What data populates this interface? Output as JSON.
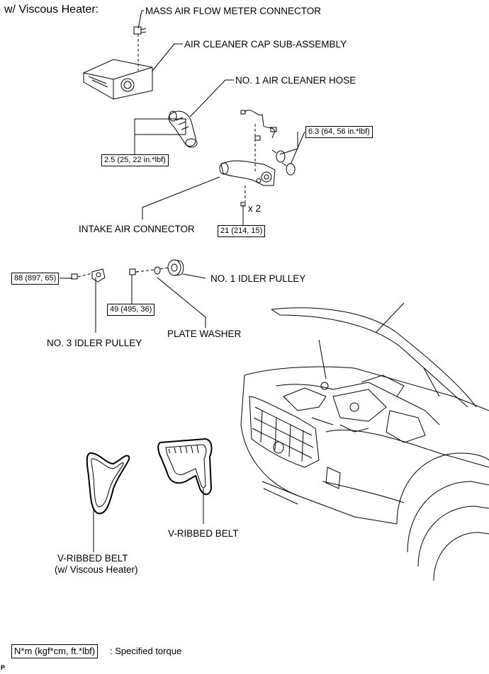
{
  "header": {
    "condition": "w/ Viscous Heater:"
  },
  "labels": {
    "maf_connector": "MASS AIR FLOW METER CONNECTOR",
    "air_cleaner_cap": "AIR CLEANER CAP SUB-ASSEMBLY",
    "air_cleaner_hose": "NO. 1 AIR CLEANER HOSE",
    "intake_air_connector": "INTAKE AIR CONNECTOR",
    "bolt_qty": "x 2",
    "no1_idler_pulley": "NO. 1 IDLER PULLEY",
    "no3_idler_pulley": "NO. 3 IDLER PULLEY",
    "plate_washer": "PLATE WASHER",
    "vribbed_belt_viscous_line1": "V-RIBBED BELT",
    "vribbed_belt_viscous_line2": "(w/ Viscous Heater)",
    "vribbed_belt": "V-RIBBED BELT"
  },
  "torques": {
    "hose_clamp": "2.5 (25, 22 in.*lbf)",
    "clamp_right": "6.3 (64, 56 in.*lbf)",
    "connector_bolt": "21 (214, 15)",
    "idler3_nut": "88 (897, 65)",
    "idler1_bolt": "49 (495, 36)"
  },
  "legend": {
    "box": "N*m (kgf*cm, ft.*lbf)",
    "text": ": Specified torque"
  },
  "corner_mark": "P"
}
